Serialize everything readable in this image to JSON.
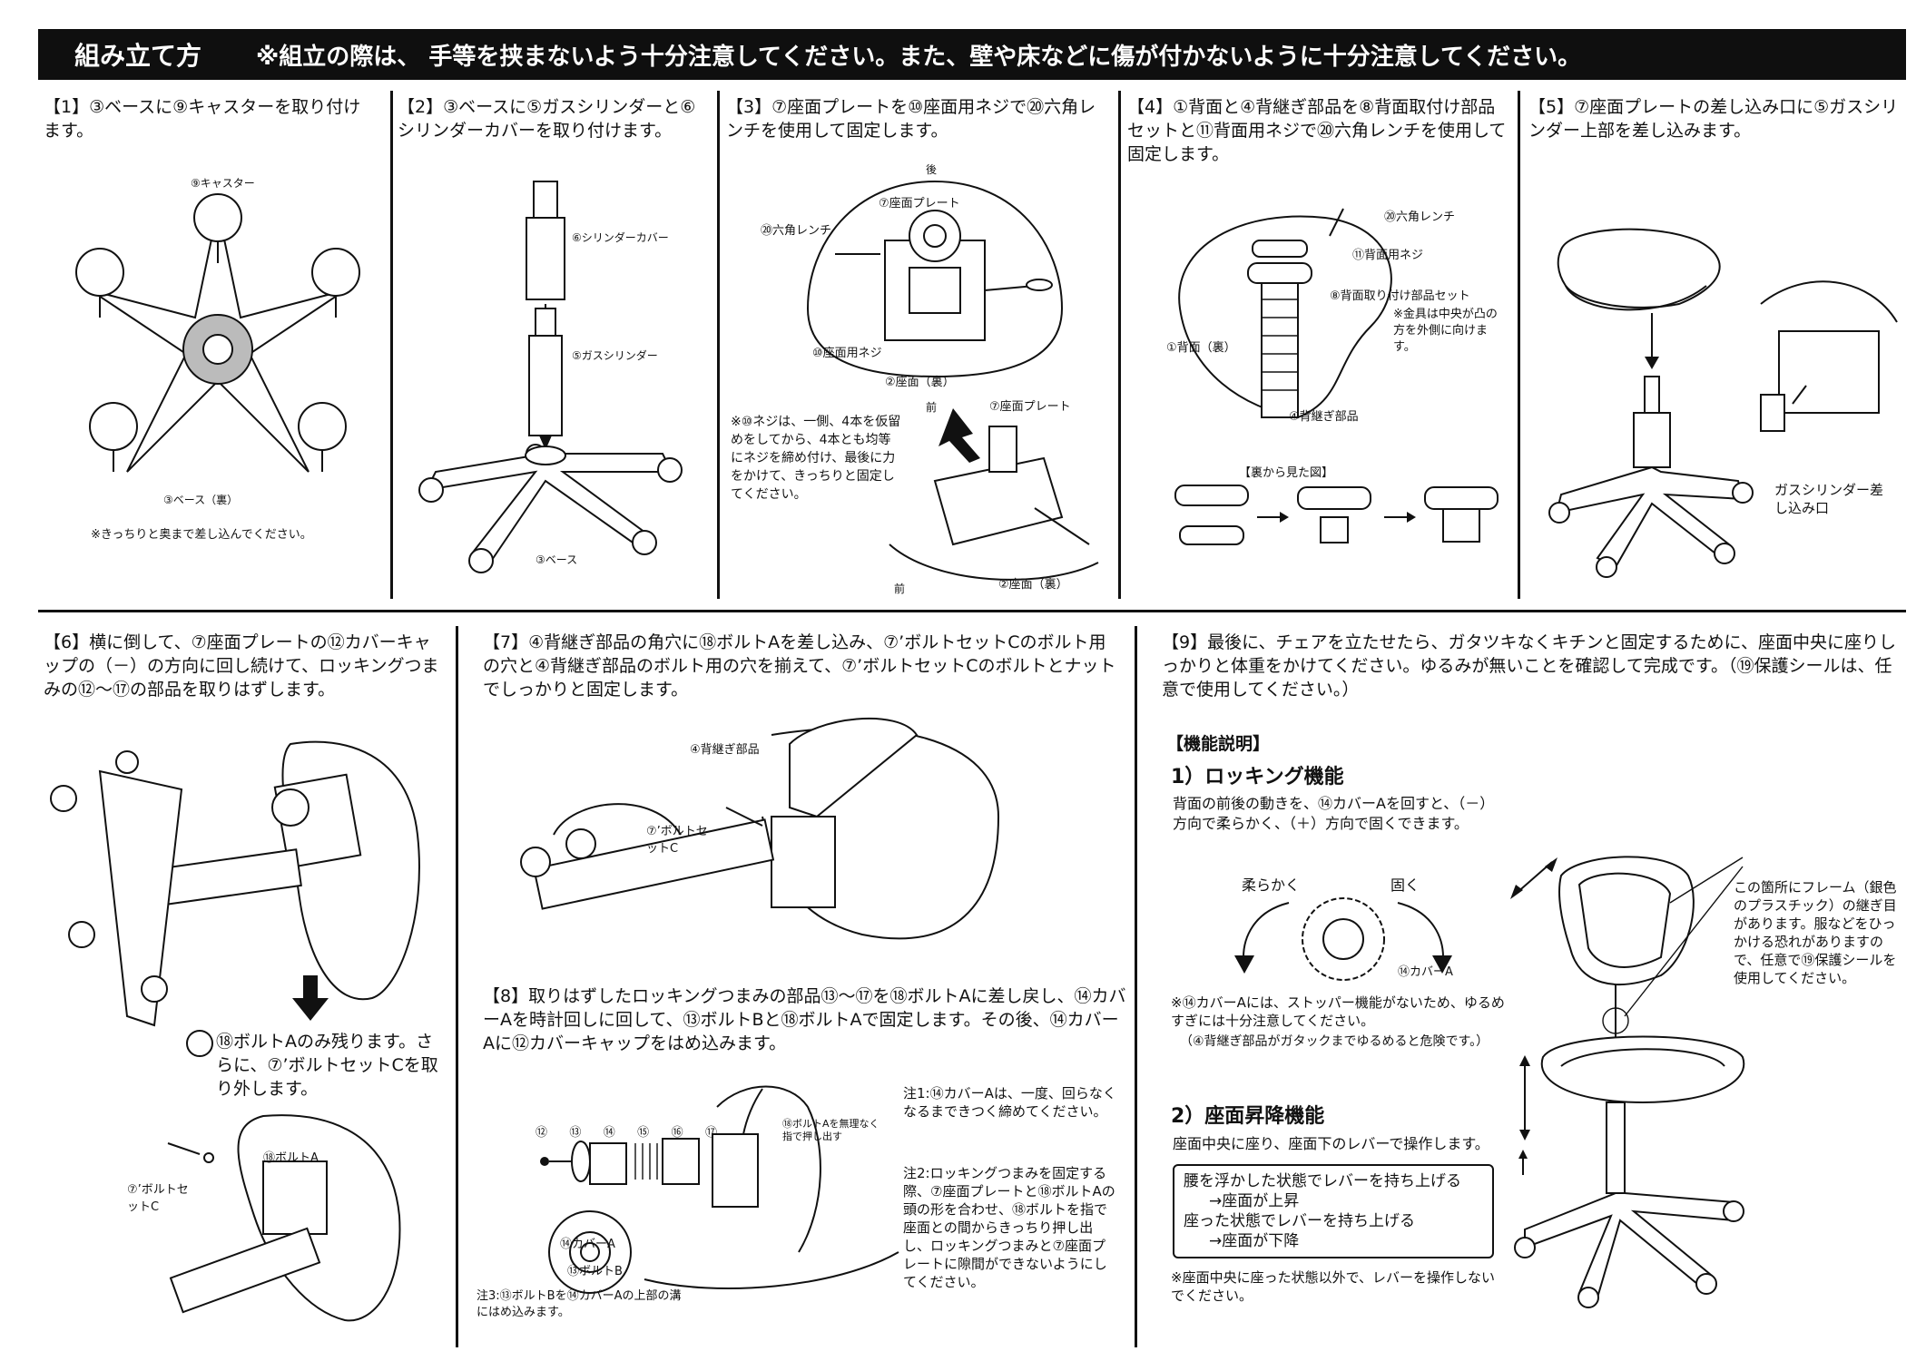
{
  "header": {
    "title": "組み立て方",
    "caution": "※組立の際は、 手等を挟まないよう十分注意してください。また、壁や床などに傷が付かないように十分注意してください。"
  },
  "steps": {
    "s1": {
      "text": "【1】③ベースに⑨キャスターを取り付けます。",
      "labels": {
        "caster": "⑨キャスター",
        "base": "③ベース（裏）",
        "note": "※きっちりと奥まで差し込んでください。"
      }
    },
    "s2": {
      "text": "【2】③ベースに⑤ガスシリンダーと⑥シリンダーカバーを取り付けます。",
      "labels": {
        "cover": "⑥シリンダーカバー",
        "gas": "⑤ガスシリンダー",
        "base": "③ベース"
      }
    },
    "s3": {
      "text": "【3】⑦座面プレートを⑩座面用ネジで⑳六角レンチを使用して固定します。",
      "labels": {
        "back": "後",
        "plate": "⑦座面プレート",
        "wrench": "⑳六角レンチ",
        "screw": "⑩座面用ネジ",
        "seat": "②座面（裏）",
        "front": "前",
        "plate2": "⑦座面プレート",
        "seat2": "②座面（裏）",
        "front2": "前"
      },
      "note": "※⑩ネジは、一側、4本を仮留めをしてから、4本とも均等にネジを締め付け、最後に力をかけて、きっちりと固定してください。"
    },
    "s4": {
      "text": "【4】①背面と④背継ぎ部品を⑧背面取付け部品セットと⑪背面用ネジで⑳六角レンチを使用して固定します。",
      "labels": {
        "wrench": "⑳六角レンチ",
        "screw": "⑪背面用ネジ",
        "set": "⑧背面取り付け部品セット",
        "back": "①背面（裏）",
        "joint": "④背継ぎ部品",
        "view": "【裏から見た図】"
      },
      "note": "※金具は中央が凸の方を外側に向けます。"
    },
    "s5": {
      "text": "【5】⑦座面プレートの差し込み口に⑤ガスシリンダー上部を差し込みます。",
      "labels": {
        "inlet": "ガスシリンダー差し込み口"
      }
    },
    "s6": {
      "text": "【6】横に倒して、⑦座面プレートの⑫カバーキャップの（－）の方向に回し続けて、ロッキングつまみの⑫～⑰の部品を取りはずします。",
      "note": "⑱ボルトAのみ残ります。さらに、⑦’ボルトセットCを取り外します。",
      "labels": {
        "boltA": "⑱ボルトA",
        "setC": "⑦’ボルトセットC"
      }
    },
    "s7": {
      "text": "【7】④背継ぎ部品の角穴に⑱ボルトAを差し込み、⑦’ボルトセットCのボルト用の穴と④背継ぎ部品のボルト用の穴を揃えて、⑦’ボルトセットCのボルトとナットでしっかりと固定します。",
      "labels": {
        "joint": "④背継ぎ部品",
        "setC": "⑦’ボルトセットC"
      }
    },
    "s8": {
      "text": "【8】取りはずしたロッキングつまみの部品⑬～⑰を⑱ボルトAに差し戻し、⑭カバーAを時計回しに回して、⑬ボルトBと⑱ボルトAで固定します。その後、⑭カバーAに⑫カバーキャップをはめ込みます。",
      "labels": {
        "parts": [
          "⑫",
          "⑬",
          "⑭",
          "⑮",
          "⑯",
          "⑰"
        ],
        "hint": "⑱ボルトAを無理なく指で押し出す",
        "coverA": "⑭カバーA",
        "boltB": "⑬ボルトB"
      },
      "note1": "注1:⑭カバーAは、一度、回らなくなるまできつく締めてください。",
      "note2": "注2:ロッキングつまみを固定する際、⑦座面プレートと⑱ボルトAの頭の形を合わせ、⑱ボルトを指で座面との間からきっちり押し出し、ロッキングつまみと⑦座面プレートに隙間ができないようにしてください。",
      "note3": "注3:⑬ボルトBを⑭カバーAの上部の溝にはめ込みます。"
    },
    "s9": {
      "text": "【9】最後に、チェアを立たせたら、ガタツキなくキチンと固定するために、座面中央に座りしっかりと体重をかけてください。ゆるみが無いことを確認して完成です。（⑲保護シールは、任意で使用してください。）"
    }
  },
  "functions": {
    "heading": "【機能説明】",
    "locking": {
      "title": "1）ロッキング機能",
      "body": "背面の前後の動きを、⑭カバーAを回すと、（－）方向で柔らかく、（＋）方向で固くできます。",
      "soft": "柔らかく",
      "hard": "固く",
      "coverA": "⑭カバーA",
      "warn1": "※⑭カバーAには、ストッパー機能がないため、ゆるめすぎには十分注意してください。",
      "warn2": "（④背継ぎ部品がガタックまでゆるめると危険です。）"
    },
    "lift": {
      "title": "2）座面昇降機能",
      "body": "座面中央に座り、座面下のレバーで操作します。",
      "box": [
        "腰を浮かした状態でレバーを持ち上げる",
        "→座面が上昇",
        "座った状態でレバーを持ち上げる",
        "→座面が下降"
      ],
      "warn": "※座面中央に座った状態以外で、レバーを操作しないでください。"
    },
    "frame_note": "この箇所にフレーム（銀色のプラスチック）の継ぎ目があります。服などをひっかける恐れがありますので、任意で⑲保護シールを使用してください。"
  }
}
